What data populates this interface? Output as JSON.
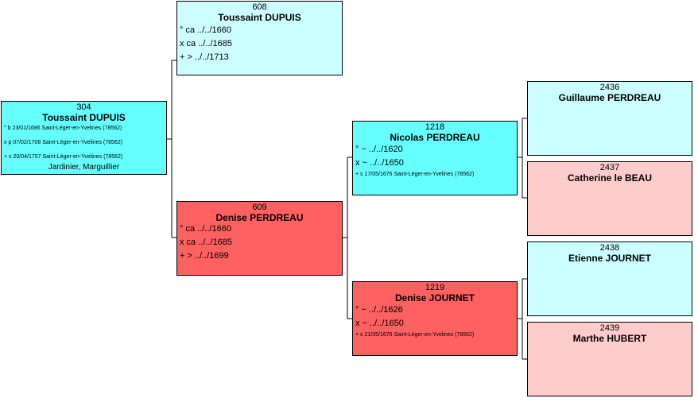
{
  "colors": {
    "male_focus": "#66ffff",
    "male_light": "#ccffff",
    "female_focus": "#ff6060",
    "female_light": "#ffcccc",
    "connector": "#000000"
  },
  "persons": {
    "p304": {
      "number": "304",
      "name": "Toussaint DUPUIS",
      "events": [
        "° b 23/01/1686 Saint-Léger-en-Yvelines (78562)",
        "x p 07/02/1708 Saint-Léger-en-Yvelines (78562)",
        "+ s 20/04/1757 Saint-Léger-en-Yvelines (78562)"
      ],
      "occupation": "Jardinier, Marguillier"
    },
    "p608": {
      "number": "608",
      "name": "Toussaint DUPUIS",
      "events": [
        "° ca ../../1660",
        "x ca ../../1685",
        "+ > ../../1713"
      ]
    },
    "p609": {
      "number": "609",
      "name": "Denise PERDREAU",
      "events": [
        "° ca ../../1660",
        "x ca ../../1685",
        "+ > ../../1699"
      ]
    },
    "p1218": {
      "number": "1218",
      "name": "Nicolas PERDREAU",
      "events": [
        "° ~ ../../1620",
        "x ~ ../../1650",
        "+ s 17/05/1676 Saint-Léger-en-Yvelines (78562)"
      ]
    },
    "p1219": {
      "number": "1219",
      "name": "Denise JOURNET",
      "events": [
        "° ~ ../../1626",
        "x ~ ../../1650",
        "+ s 21/05/1676 Saint-Léger-en-Yvelines (78562)"
      ]
    },
    "p2436": {
      "number": "2436",
      "name": "Guillaume PERDREAU"
    },
    "p2437": {
      "number": "2437",
      "name": "Catherine le BEAU"
    },
    "p2438": {
      "number": "2438",
      "name": "Etienne JOURNET"
    },
    "p2439": {
      "number": "2439",
      "name": "Marthe HUBERT"
    }
  }
}
